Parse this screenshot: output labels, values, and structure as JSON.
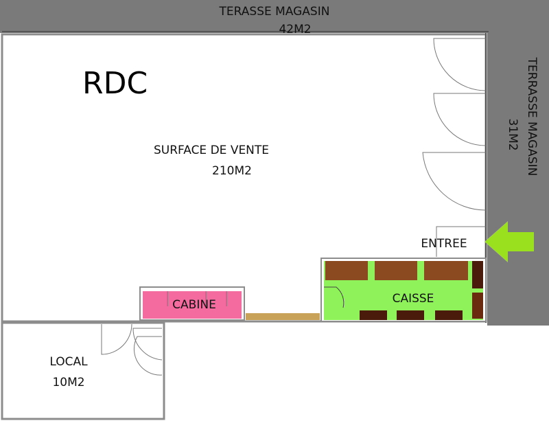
{
  "plan": {
    "level": "RDC",
    "terrace_top": {
      "name": "TERASSE MAGASIN",
      "area": "42M2"
    },
    "terrace_right": {
      "name": "TERRASSE MAGASIN",
      "area": "31M2"
    },
    "sales_floor": {
      "name": "SURFACE DE VENTE",
      "area": "210M2"
    },
    "entrance": "ENTREE",
    "fitting_room": "CABINE",
    "checkout": "CAISSE",
    "storage": {
      "name": "LOCAL",
      "area": "10M2"
    }
  },
  "colors": {
    "terrace": "#7a7a7a",
    "wall": "#8c8c8c",
    "fitting_room": "#f36b9f",
    "checkout": "#8ff25a",
    "furniture": "#8b4a1f",
    "dark_furniture": "#4a1a0a",
    "shelf": "#c9a25a",
    "arrow": "#9be01f"
  }
}
